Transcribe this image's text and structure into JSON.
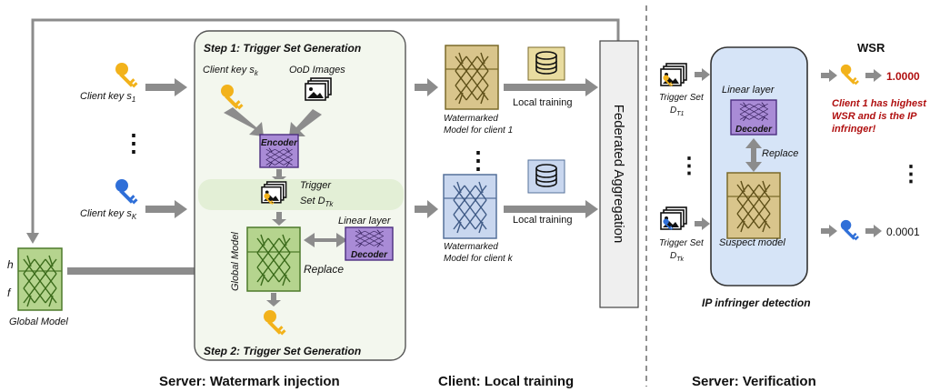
{
  "colors": {
    "arrow": "#8c8c8c",
    "panel_fill": "#f3f7ee",
    "panel_stroke": "#555555",
    "trigger_band": "#e3efd6",
    "net_green_fill": "#b5d48e",
    "net_green_stroke": "#4d7a2a",
    "net_tan_fill": "#d9c58c",
    "net_tan_stroke": "#7a6a2a",
    "net_blue_fill": "#c9d7ef",
    "net_blue_stroke": "#55709a",
    "decoder_fill": "#a98bd6",
    "decoder_stroke": "#4b2d7f",
    "db_fill": "#e9dca0",
    "db_blue_fill": "#c9d7ef",
    "aggregation_fill": "#efefef",
    "verify_panel_fill": "#d6e4f7",
    "key_gold": "#f2b21b",
    "key_blue": "#2f6fd8",
    "highlight_red": "#b01010"
  },
  "icons": [
    "key-icon",
    "image-stack-icon",
    "database-icon",
    "network-icon",
    "arrow-icon"
  ],
  "left": {
    "client_key_1": "Client key s",
    "client_key_1_sub": "1",
    "dots": "⋮",
    "client_key_k": "Client key s",
    "client_key_k_sub": "K",
    "h": "h",
    "f": "f",
    "global_model": "Global Model"
  },
  "server_panel": {
    "step1": "Step 1: Trigger Set Generation",
    "client_key_sk": "Client key s",
    "client_key_sk_sub": "k",
    "ood_images": "OoD Images",
    "encoder": "Encoder",
    "trigger": "Trigger",
    "set_dtk": "Set D",
    "set_dtk_sub": "Tk",
    "global_model_vertical": "Global Model",
    "linear_layer": "Linear layer",
    "decoder": "Decoder",
    "replace": "Replace",
    "step2": "Step 2: Trigger Set Generation"
  },
  "clients": {
    "watermarked_1_line1": "Watermarked",
    "watermarked_1_line2": "Model for client 1",
    "local_training_1": "Local training",
    "dots": "⋮",
    "watermarked_k_line1": "Watermarked",
    "watermarked_k_line2": "Model for client k",
    "local_training_k": "Local training"
  },
  "federated_aggregation": "Federated Aggregation",
  "verification": {
    "trigger_set_1": "Trigger Set",
    "trigger_set_1_d": "D",
    "trigger_set_1_sub": "T1",
    "dots_left": "⋮",
    "trigger_set_k": "Trigger Set",
    "trigger_set_k_d": "D",
    "trigger_set_k_sub": "Tk",
    "linear_layer": "Linear layer",
    "decoder": "Decoder",
    "replace": "Replace",
    "suspect_model": "Suspect model",
    "ip_detection": "IP infringer detection",
    "wsr_header": "WSR",
    "wsr_1": "1.0000",
    "highlight_line1": "Client 1 has highest",
    "highlight_line2": "WSR and is the IP",
    "highlight_line3": "infringer!",
    "dots_right": "⋮",
    "wsr_k": "0.0001"
  },
  "captions": {
    "server_injection": "Server: Watermark injection",
    "client_training": "Client: Local training",
    "server_verification": "Server: Verification"
  }
}
